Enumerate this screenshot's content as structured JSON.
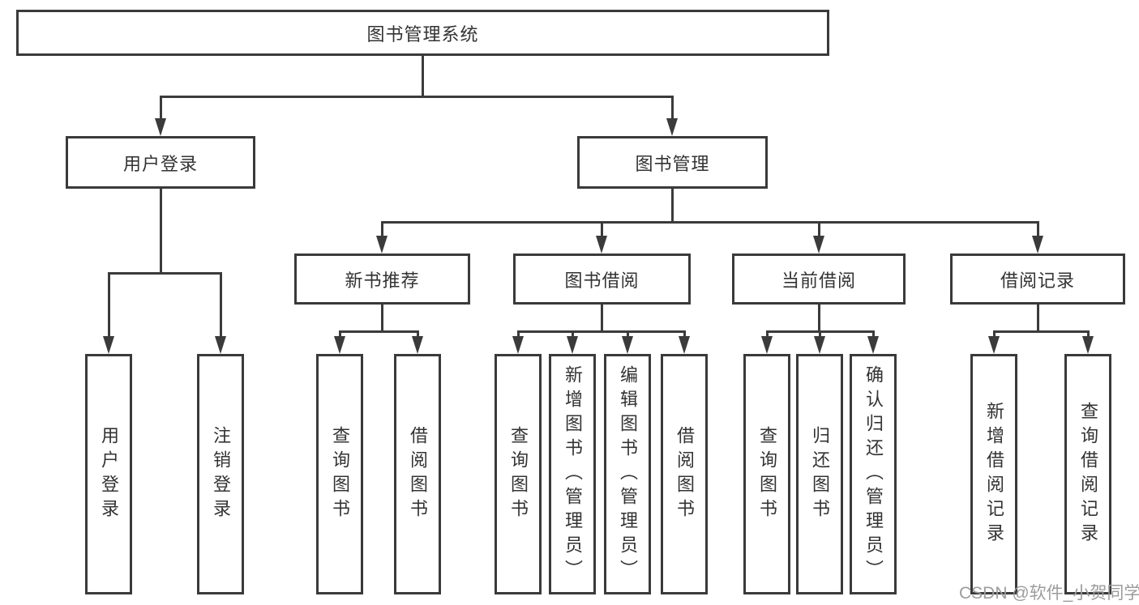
{
  "diagram": {
    "colors": {
      "line": "#3b3b3b",
      "box_border": "#3a3a3a",
      "text": "#333333",
      "box_background": "#ffffff",
      "watermark_text_color": "#9c9c9c",
      "page_background": "#ffffff"
    },
    "root": {
      "label": "图书管理系统"
    },
    "level2": [
      {
        "label": "用户登录",
        "parent": "图书管理系统"
      },
      {
        "label": "图书管理",
        "parent": "图书管理系统"
      }
    ],
    "level3": [
      {
        "label": "新书推荐",
        "parent": "图书管理"
      },
      {
        "label": "图书借阅",
        "parent": "图书管理"
      },
      {
        "label": "当前借阅",
        "parent": "图书管理"
      },
      {
        "label": "借阅记录",
        "parent": "图书管理"
      }
    ],
    "leaves": [
      {
        "label": "用户登录",
        "parent": "用户登录"
      },
      {
        "label": "注销登录",
        "parent": "用户登录"
      },
      {
        "label": "查询图书",
        "parent": "新书推荐"
      },
      {
        "label": "借阅图书",
        "parent": "新书推荐"
      },
      {
        "label": "查询图书",
        "parent": "图书借阅"
      },
      {
        "label": "新增图书（管理员）",
        "parent": "图书借阅"
      },
      {
        "label": "编辑图书（管理员）",
        "parent": "图书借阅"
      },
      {
        "label": "借阅图书",
        "parent": "图书借阅"
      },
      {
        "label": "查询图书",
        "parent": "当前借阅"
      },
      {
        "label": "归还图书",
        "parent": "当前借阅"
      },
      {
        "label": "确认归还（管理员）",
        "parent": "当前借阅"
      },
      {
        "label": "新增借阅记录",
        "parent": "借阅记录"
      },
      {
        "label": "查询借阅记录",
        "parent": "借阅记录"
      }
    ],
    "watermark": "CSDN @软件_小贺同学"
  }
}
